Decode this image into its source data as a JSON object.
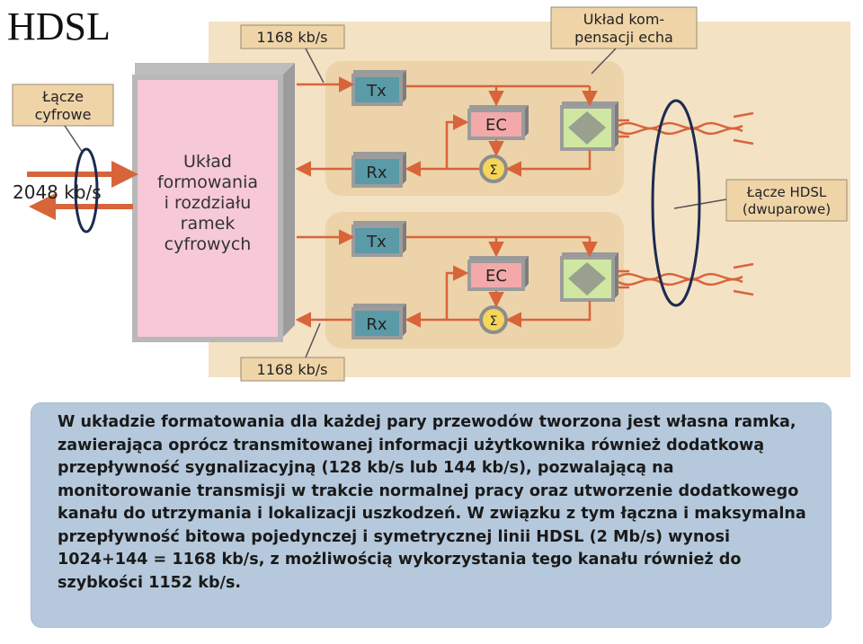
{
  "title": "HDSL",
  "labels": {
    "rate_top": "1168 kb/s",
    "rate_bottom": "1168 kb/s",
    "digital_link_line1": "Łącze",
    "digital_link_line2": "cyfrowe",
    "echo_comp_line1": "Układ kom-",
    "echo_comp_line2": "pensacji echa",
    "hdsl_link_line1": "Łącze HDSL",
    "hdsl_link_line2": "(dwuparowe)",
    "input_rate": "2048 kb/s",
    "framing_line1": "Układ",
    "framing_line2": "formowania",
    "framing_line3": "i rozdziału",
    "framing_line4": "ramek",
    "framing_line5": "cyfrowych",
    "tx": "Tx",
    "rx": "Rx",
    "ec": "EC",
    "sigma": "Σ"
  },
  "description": "W układzie formatowania dla każdej pary przewodów tworzona jest własna ramka, zawierająca oprócz transmitowanej informacji użytkownika również dodatkową przepływność sygnalizacyjną (128 kb/s lub 144 kb/s), pozwalającą na monitorowanie transmisji w trakcie normalnej pracy oraz utworzenie dodatkowego kanału do utrzymania i lokalizacji uszkodzeń. W związku z tym łączna i maksymalna przepływność bitowa pojedynczej i symetrycznej linii HDSL (2 Mb/s) wynosi 1024+144 = 1168 kb/s, z możliwością wykorzystania tego kanału również do szybkości 1152 kb/s.",
  "colors": {
    "background": "#ffffff",
    "panel": "#f1d9b4",
    "framing_box": "#f6c8d8",
    "label_box": "#efd4a8",
    "tx_rx_box": "#5b9aa7",
    "ec_box": "#f3a9a9",
    "hybrid_box": "#cfe7a2",
    "sigma_fill": "#f6d55b",
    "arrow": "#d8643a",
    "description_bg": "#b6c9dc"
  }
}
